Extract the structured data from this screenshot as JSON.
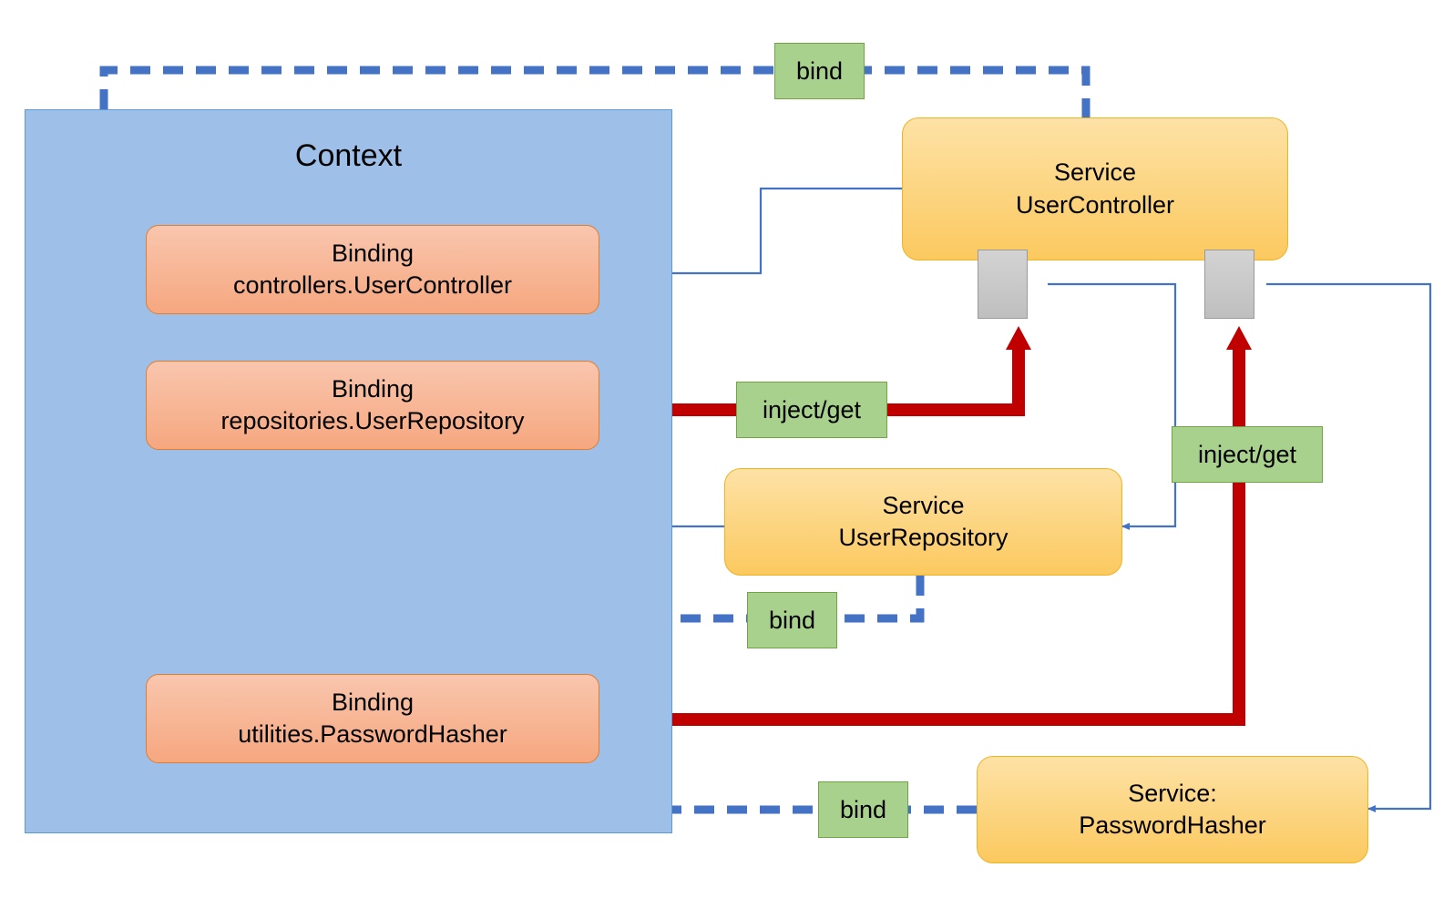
{
  "diagram": {
    "title": "Context",
    "context": {
      "label": "Context"
    },
    "bindings": [
      {
        "id": "binding-user-controller",
        "line1": "Binding",
        "line2": "controllers.UserController"
      },
      {
        "id": "binding-user-repository",
        "line1": "Binding",
        "line2": "repositories.UserRepository"
      },
      {
        "id": "binding-password-hasher",
        "line1": "Binding",
        "line2": "utilities.PasswordHasher"
      }
    ],
    "services": [
      {
        "id": "service-user-controller",
        "line1": "Service",
        "line2": "UserController"
      },
      {
        "id": "service-user-repository",
        "line1": "Service",
        "line2": "UserRepository"
      },
      {
        "id": "service-password-hasher",
        "line1": "Service:",
        "line2": "PasswordHasher"
      }
    ],
    "edge_labels": [
      {
        "id": "bind-user-controller",
        "text": "bind"
      },
      {
        "id": "inject-get-user-repository",
        "text": "inject/get"
      },
      {
        "id": "inject-get-password-hasher",
        "text": "inject/get"
      },
      {
        "id": "bind-user-repository",
        "text": "bind"
      },
      {
        "id": "bind-password-hasher",
        "text": "bind"
      }
    ],
    "colors": {
      "context_fill": "#9EBFE8",
      "context_stroke": "#5B9BD5",
      "binding_fill_top": "#F9C6AE",
      "binding_fill_bottom": "#F6A77F",
      "binding_stroke": "#E07E31",
      "service_fill_top": "#FDE2A6",
      "service_fill_bottom": "#FCC95F",
      "service_stroke": "#F0B323",
      "label_fill": "#A9D18E",
      "label_stroke": "#72A443",
      "bind_edge": "#4472C4",
      "inject_edge": "#C00000",
      "ref_edge": "#4472C4",
      "port_fill": "#C9C9C9",
      "port_stroke": "#9A9A9A"
    }
  }
}
